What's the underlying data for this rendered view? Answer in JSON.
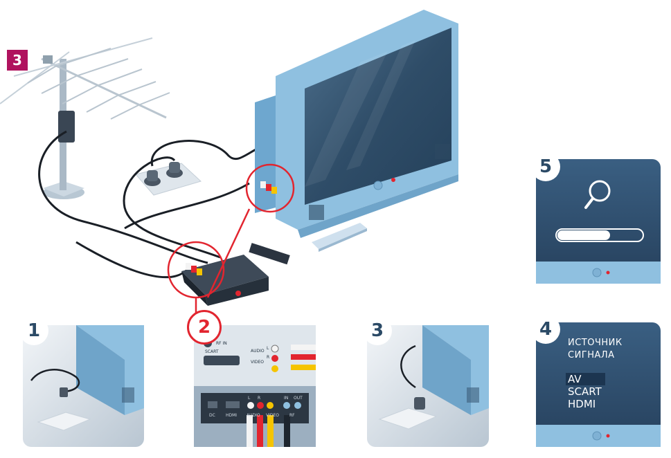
{
  "steps": {
    "antenna_tag": "3",
    "step1": "1",
    "step2": "2",
    "step3": "3",
    "step4": "4",
    "step5": "5"
  },
  "source_menu": {
    "title_line1": "ИСТОЧНИК",
    "title_line2": "СИГНАЛА",
    "items": [
      "AV",
      "SCART",
      "HDMI"
    ],
    "selected": "AV"
  },
  "panel2_labels": {
    "rf_in": "RF IN",
    "scart": "SCART",
    "audio": "AUDIO",
    "video": "VIDEO",
    "dc": "DC",
    "hdmi": "HDMI",
    "audio_b": "AUDIO",
    "video_b": "VIDEO",
    "rf": "RF",
    "in": "IN",
    "out": "OUT",
    "l": "L",
    "r": "R"
  },
  "colors": {
    "tv_blue": "#8fc0e0",
    "screen_dark": "#2e4c66",
    "highlight_red": "#e2252f",
    "step3_tag": "#b0125e",
    "menu_bg": "#2d4e6e"
  },
  "progress_fraction": 0.62
}
